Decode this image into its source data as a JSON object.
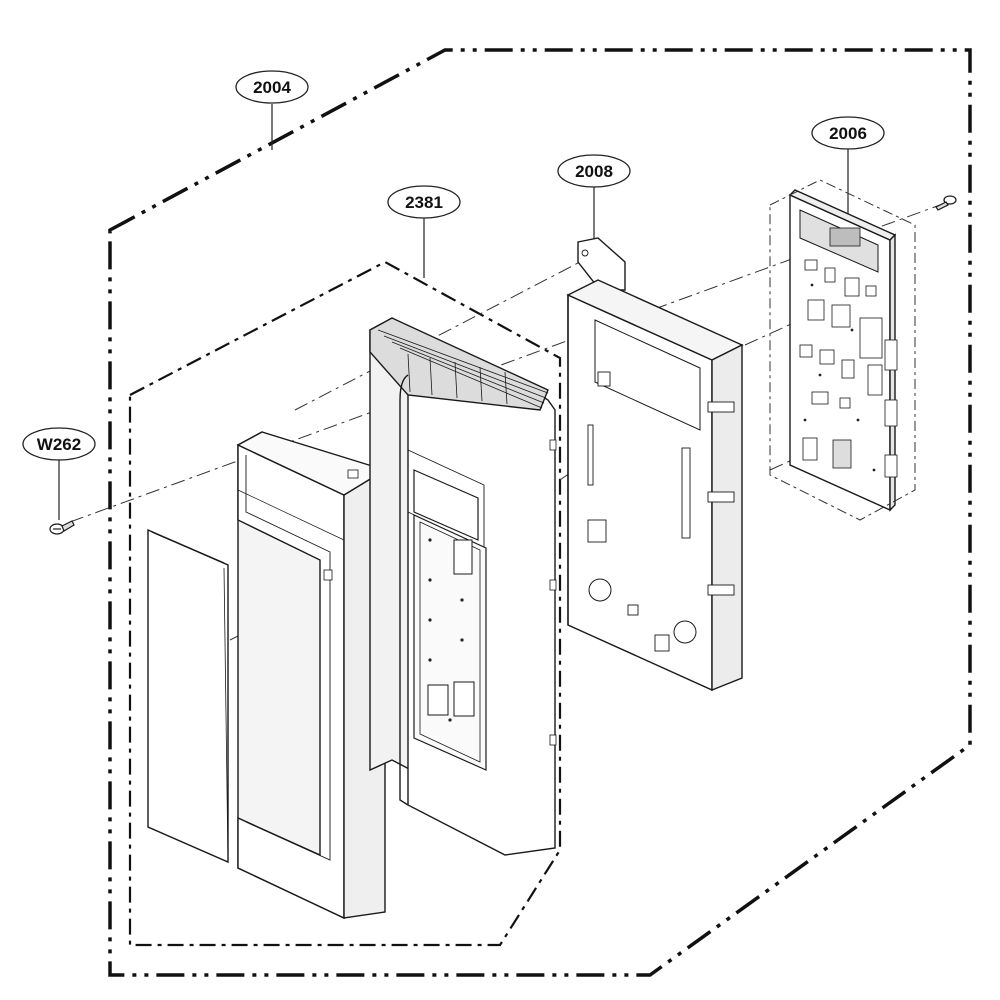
{
  "callouts": {
    "c2004": "2004",
    "c2381": "2381",
    "c2008": "2008",
    "c2006": "2006",
    "cW262": "W262"
  },
  "parts": [
    {
      "id": "2004",
      "name": "control-panel-assembly-boundary"
    },
    {
      "id": "2381",
      "name": "control-panel-front-frame"
    },
    {
      "id": "2008",
      "name": "control-panel-bracket"
    },
    {
      "id": "2006",
      "name": "main-pcb-assembly"
    },
    {
      "id": "W262",
      "name": "screw"
    }
  ],
  "colors": {
    "line": "#1a1a1a",
    "fill": "#ffffff",
    "shade": "#e9e9e9"
  }
}
